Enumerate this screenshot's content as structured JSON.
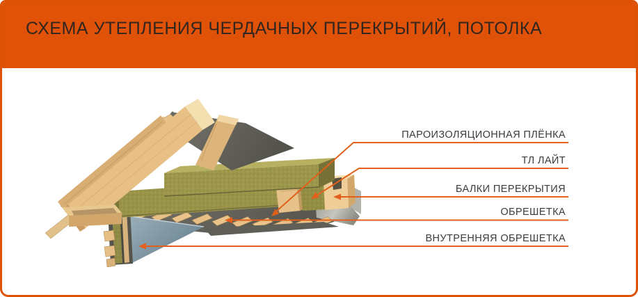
{
  "header": {
    "title": "СХЕМА УТЕПЛЕНИЯ ЧЕРДАЧНЫХ ПЕРЕКРЫТИЙ, ПОТОЛКА"
  },
  "diagram": {
    "labels": [
      {
        "text": "ПАРОИЗОЛЯЦИОННАЯ ПЛЁНКА"
      },
      {
        "text": "ТЛ ЛАЙТ"
      },
      {
        "text": "БАЛКИ ПЕРЕКРЫТИЯ"
      },
      {
        "text": "ОБРЕШЕТКА"
      },
      {
        "text": "ВНУТРЕННЯЯ ОБРЕШЕТКА"
      }
    ]
  },
  "colors": {
    "accent_orange": "#E05208",
    "callout_orange": "#E2601C",
    "label_text": "#3B3B3B",
    "title_text": "#31261F",
    "insulation_olive": "#9D974B",
    "wood_tan": "#E8BF85",
    "membrane_gray": "#6B6A63",
    "panel_blue_gray": "#7E97A4"
  }
}
